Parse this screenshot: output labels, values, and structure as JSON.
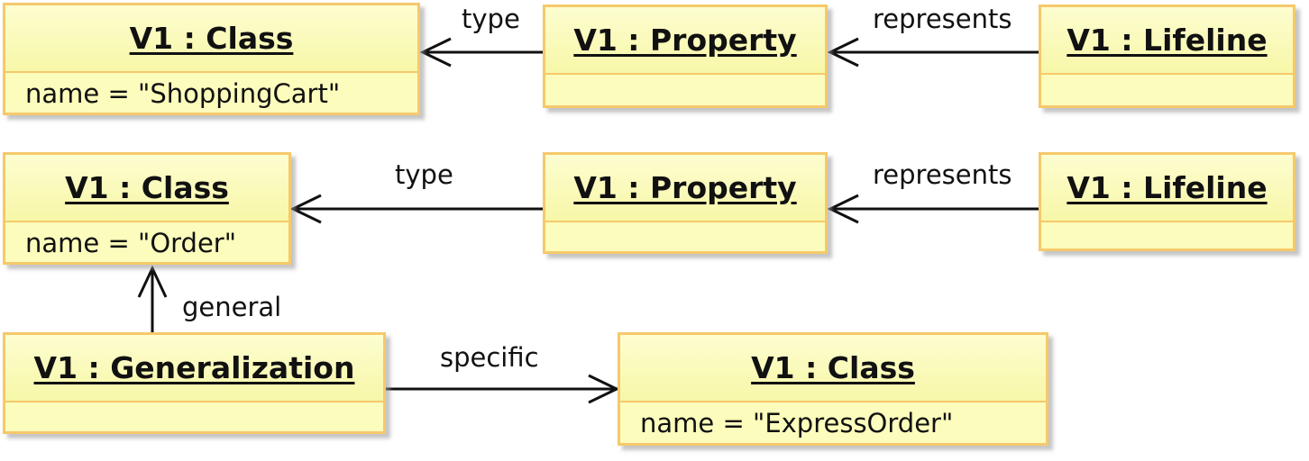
{
  "objects": {
    "class_shopping_cart": {
      "title": "V1 : Class",
      "attribute": "name = \"ShoppingCart\""
    },
    "property_1": {
      "title": "V1 : Property",
      "attribute": ""
    },
    "lifeline_1": {
      "title": "V1 : Lifeline",
      "attribute": ""
    },
    "class_order": {
      "title": "V1 : Class",
      "attribute": "name = \"Order\""
    },
    "property_2": {
      "title": "V1 : Property",
      "attribute": ""
    },
    "lifeline_2": {
      "title": "V1 : Lifeline",
      "attribute": ""
    },
    "generalization": {
      "title": "V1 : Generalization",
      "attribute": ""
    },
    "class_express_order": {
      "title": "V1 : Class",
      "attribute": "name = \"ExpressOrder\""
    }
  },
  "links": {
    "type_1": "type",
    "represents_1": "represents",
    "type_2": "type",
    "represents_2": "represents",
    "general": "general",
    "specific": "specific"
  },
  "colors": {
    "box_fill": "#fcfcbc",
    "box_border": "#f5c96b",
    "edge": "#111111"
  }
}
